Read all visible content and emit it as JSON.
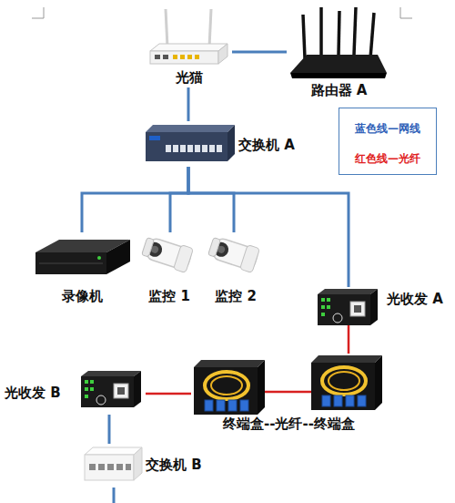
{
  "diagram": {
    "nodes": [
      {
        "text": [
          "光猫"
        ]
      },
      {
        "text": [
          "路由器 A"
        ]
      },
      {
        "text": [
          "交换机 A"
        ]
      },
      {
        "text": [
          "录像机"
        ]
      },
      {
        "text": [
          "监控 1"
        ]
      },
      {
        "text": [
          "监控 2"
        ]
      },
      {
        "text": [
          "光收发 A"
        ]
      },
      {
        "text": [
          "光收发 B"
        ]
      },
      {
        "text": [
          "终端盒--光纤--终端盒"
        ]
      },
      {
        "text": [
          "交换机 B"
        ]
      }
    ],
    "edges": [
      {
        "from": 0,
        "to": 1,
        "arrow": "none"
      },
      {
        "from": 0,
        "to": 2,
        "arrow": "none"
      },
      {
        "from": 2,
        "to": 3,
        "arrow": "none"
      },
      {
        "from": 2,
        "to": 4,
        "arrow": "none"
      },
      {
        "from": 2,
        "to": 5,
        "arrow": "none"
      },
      {
        "from": 2,
        "to": 6,
        "arrow": "none"
      },
      {
        "from": 6,
        "to": 8,
        "arrow": "none"
      },
      {
        "from": 7,
        "to": 8,
        "arrow": "none"
      },
      {
        "from": 7,
        "to": 9,
        "arrow": "none"
      }
    ],
    "legend": [
      {
        "text": "蓝色线—网线",
        "color": "#2e5fb8"
      },
      {
        "text": "红色线—光纤",
        "color": "#e02020"
      }
    ]
  }
}
